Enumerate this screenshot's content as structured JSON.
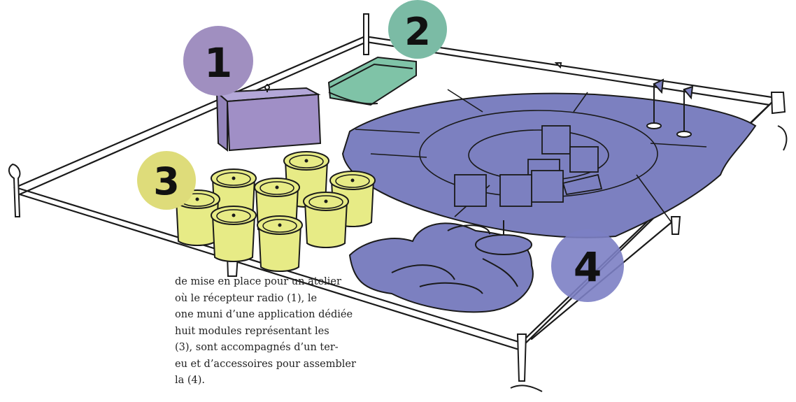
{
  "colors": {
    "purple_circle": "#A08FC0",
    "teal_circle": "#7BBBA5",
    "yellow_circle": "#DEDC7A",
    "blue_circle": "#7C80C4",
    "box_fill": "#A08FC6",
    "phone_fill": "#7FC3A7",
    "module_fill": "#E7EB86",
    "mat_fill": "#7C80C0",
    "outline": "#1a1a1a"
  },
  "markers": [
    {
      "id": "1",
      "label": "1"
    },
    {
      "id": "2",
      "label": "2"
    },
    {
      "id": "3",
      "label": "3"
    },
    {
      "id": "4",
      "label": "4"
    }
  ],
  "caption": {
    "lines": [
      "de mise en place pour un atelier",
      "où le récepteur radio (1), le",
      "one muni d’une application dédiée",
      "huit modules représentant les",
      "(3), sont accompagnés d’un ter-",
      "eu et d’accessoires pour assembler",
      "la (4)."
    ]
  }
}
